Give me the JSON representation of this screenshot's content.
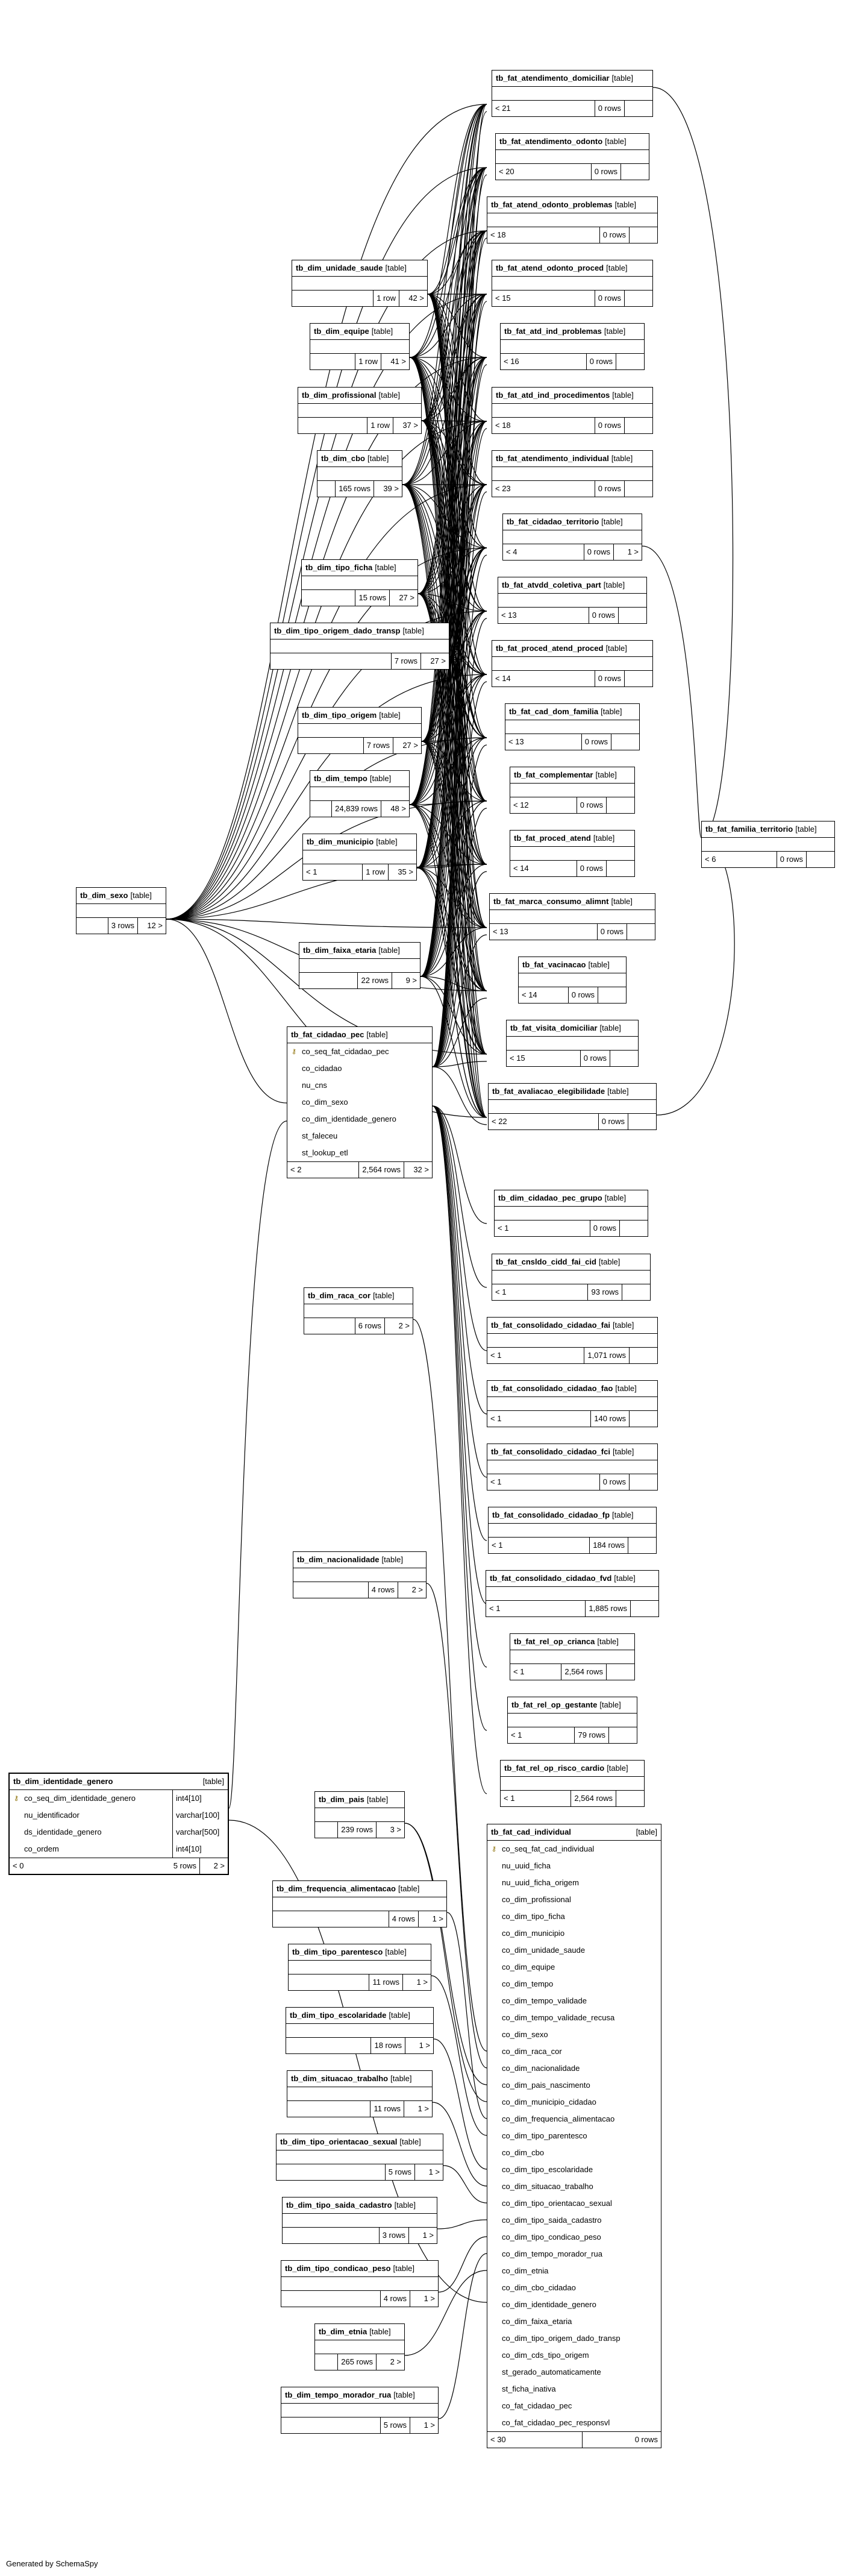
{
  "footer": "Generated by SchemaSpy",
  "kind_label": "[table]",
  "tables": {
    "fat_atendimento_domiciliar": {
      "name": "tb_fat_atendimento_domiciliar",
      "parents": "< 21",
      "rows": "0 rows",
      "children": ""
    },
    "fat_atendimento_odonto": {
      "name": "tb_fat_atendimento_odonto",
      "parents": "< 20",
      "rows": "0 rows",
      "children": ""
    },
    "fat_atend_odonto_problemas": {
      "name": "tb_fat_atend_odonto_problemas",
      "parents": "< 18",
      "rows": "0 rows",
      "children": ""
    },
    "fat_atend_odonto_proced": {
      "name": "tb_fat_atend_odonto_proced",
      "parents": "< 15",
      "rows": "0 rows",
      "children": ""
    },
    "fat_atd_ind_problemas": {
      "name": "tb_fat_atd_ind_problemas",
      "parents": "< 16",
      "rows": "0 rows",
      "children": ""
    },
    "fat_atd_ind_procedimentos": {
      "name": "tb_fat_atd_ind_procedimentos",
      "parents": "< 18",
      "rows": "0 rows",
      "children": ""
    },
    "fat_atendimento_individual": {
      "name": "tb_fat_atendimento_individual",
      "parents": "< 23",
      "rows": "0 rows",
      "children": ""
    },
    "fat_cidadao_territorio": {
      "name": "tb_fat_cidadao_territorio",
      "parents": "< 4",
      "rows": "0 rows",
      "children": "1 >"
    },
    "fat_atvdd_coletiva_part": {
      "name": "tb_fat_atvdd_coletiva_part",
      "parents": "< 13",
      "rows": "0 rows",
      "children": ""
    },
    "fat_proced_atend_proced": {
      "name": "tb_fat_proced_atend_proced",
      "parents": "< 14",
      "rows": "0 rows",
      "children": ""
    },
    "fat_cad_dom_familia": {
      "name": "tb_fat_cad_dom_familia",
      "parents": "< 13",
      "rows": "0 rows",
      "children": ""
    },
    "fat_complementar": {
      "name": "tb_fat_complementar",
      "parents": "< 12",
      "rows": "0 rows",
      "children": ""
    },
    "fat_proced_atend": {
      "name": "tb_fat_proced_atend",
      "parents": "< 14",
      "rows": "0 rows",
      "children": ""
    },
    "fat_marca_consumo_alimnt": {
      "name": "tb_fat_marca_consumo_alimnt",
      "parents": "< 13",
      "rows": "0 rows",
      "children": ""
    },
    "fat_vacinacao": {
      "name": "tb_fat_vacinacao",
      "parents": "< 14",
      "rows": "0 rows",
      "children": ""
    },
    "fat_visita_domiciliar": {
      "name": "tb_fat_visita_domiciliar",
      "parents": "< 15",
      "rows": "0 rows",
      "children": ""
    },
    "fat_avaliacao_elegibilidade": {
      "name": "tb_fat_avaliacao_elegibilidade",
      "parents": "< 22",
      "rows": "0 rows",
      "children": ""
    },
    "dim_cidadao_pec_grupo": {
      "name": "tb_dim_cidadao_pec_grupo",
      "parents": "< 1",
      "rows": "0 rows",
      "children": ""
    },
    "fat_cnsldo_cidd_fai_cid": {
      "name": "tb_fat_cnsldo_cidd_fai_cid",
      "parents": "< 1",
      "rows": "93 rows",
      "children": ""
    },
    "fat_consolidado_cidadao_fai": {
      "name": "tb_fat_consolidado_cidadao_fai",
      "parents": "< 1",
      "rows": "1,071 rows",
      "children": ""
    },
    "fat_consolidado_cidadao_fao": {
      "name": "tb_fat_consolidado_cidadao_fao",
      "parents": "< 1",
      "rows": "140 rows",
      "children": ""
    },
    "fat_consolidado_cidadao_fci": {
      "name": "tb_fat_consolidado_cidadao_fci",
      "parents": "< 1",
      "rows": "0 rows",
      "children": ""
    },
    "fat_consolidado_cidadao_fp": {
      "name": "tb_fat_consolidado_cidadao_fp",
      "parents": "< 1",
      "rows": "184 rows",
      "children": ""
    },
    "fat_consolidado_cidadao_fvd": {
      "name": "tb_fat_consolidado_cidadao_fvd",
      "parents": "< 1",
      "rows": "1,885 rows",
      "children": ""
    },
    "fat_rel_op_crianca": {
      "name": "tb_fat_rel_op_crianca",
      "parents": "< 1",
      "rows": "2,564 rows",
      "children": ""
    },
    "fat_rel_op_gestante": {
      "name": "tb_fat_rel_op_gestante",
      "parents": "< 1",
      "rows": "79 rows",
      "children": ""
    },
    "fat_rel_op_risco_cardio": {
      "name": "tb_fat_rel_op_risco_cardio",
      "parents": "< 1",
      "rows": "2,564 rows",
      "children": ""
    },
    "fat_familia_territorio": {
      "name": "tb_fat_familia_territorio",
      "parents": "< 6",
      "rows": "0 rows",
      "children": ""
    },
    "dim_unidade_saude": {
      "name": "tb_dim_unidade_saude",
      "parents": "",
      "rows": "1 row",
      "children": "42 >"
    },
    "dim_equipe": {
      "name": "tb_dim_equipe",
      "parents": "",
      "rows": "1 row",
      "children": "41 >"
    },
    "dim_profissional": {
      "name": "tb_dim_profissional",
      "parents": "",
      "rows": "1 row",
      "children": "37 >"
    },
    "dim_cbo": {
      "name": "tb_dim_cbo",
      "parents": "",
      "rows": "165 rows",
      "children": "39 >"
    },
    "dim_tipo_ficha": {
      "name": "tb_dim_tipo_ficha",
      "parents": "",
      "rows": "15 rows",
      "children": "27 >"
    },
    "dim_tipo_origem_dado_transp": {
      "name": "tb_dim_tipo_origem_dado_transp",
      "parents": "",
      "rows": "7 rows",
      "children": "27 >"
    },
    "dim_tipo_origem": {
      "name": "tb_dim_tipo_origem",
      "parents": "",
      "rows": "7 rows",
      "children": "27 >"
    },
    "dim_tempo": {
      "name": "tb_dim_tempo",
      "parents": "",
      "rows": "24,839 rows",
      "children": "48 >"
    },
    "dim_municipio": {
      "name": "tb_dim_municipio",
      "parents": "< 1",
      "rows": "1 row",
      "children": "35 >"
    },
    "dim_sexo": {
      "name": "tb_dim_sexo",
      "parents": "",
      "rows": "3 rows",
      "children": "12 >"
    },
    "dim_faixa_etaria": {
      "name": "tb_dim_faixa_etaria",
      "parents": "",
      "rows": "22 rows",
      "children": "9 >"
    },
    "dim_raca_cor": {
      "name": "tb_dim_raca_cor",
      "parents": "",
      "rows": "6 rows",
      "children": "2 >"
    },
    "dim_nacionalidade": {
      "name": "tb_dim_nacionalidade",
      "parents": "",
      "rows": "4 rows",
      "children": "2 >"
    },
    "dim_pais": {
      "name": "tb_dim_pais",
      "parents": "",
      "rows": "239 rows",
      "children": "3 >"
    },
    "dim_frequencia_alimentacao": {
      "name": "tb_dim_frequencia_alimentacao",
      "parents": "",
      "rows": "4 rows",
      "children": "1 >"
    },
    "dim_tipo_parentesco": {
      "name": "tb_dim_tipo_parentesco",
      "parents": "",
      "rows": "11 rows",
      "children": "1 >"
    },
    "dim_tipo_escolaridade": {
      "name": "tb_dim_tipo_escolaridade",
      "parents": "",
      "rows": "18 rows",
      "children": "1 >"
    },
    "dim_situacao_trabalho": {
      "name": "tb_dim_situacao_trabalho",
      "parents": "",
      "rows": "11 rows",
      "children": "1 >"
    },
    "dim_tipo_orientacao_sexual": {
      "name": "tb_dim_tipo_orientacao_sexual",
      "parents": "",
      "rows": "5 rows",
      "children": "1 >"
    },
    "dim_tipo_saida_cadastro": {
      "name": "tb_dim_tipo_saida_cadastro",
      "parents": "",
      "rows": "3 rows",
      "children": "1 >"
    },
    "dim_tipo_condicao_peso": {
      "name": "tb_dim_tipo_condicao_peso",
      "parents": "",
      "rows": "4 rows",
      "children": "1 >"
    },
    "dim_etnia": {
      "name": "tb_dim_etnia",
      "parents": "",
      "rows": "265 rows",
      "children": "2 >"
    },
    "dim_tempo_morador_rua": {
      "name": "tb_dim_tempo_morador_rua",
      "parents": "",
      "rows": "5 rows",
      "children": "1 >"
    }
  },
  "cidadao_pec": {
    "name": "tb_fat_cidadao_pec",
    "columns": [
      "co_seq_fat_cidadao_pec",
      "co_cidadao",
      "nu_cns",
      "co_dim_sexo",
      "co_dim_identidade_genero",
      "st_faleceu",
      "st_lookup_etl"
    ],
    "parents": "< 2",
    "rows": "2,564 rows",
    "children": "32 >"
  },
  "identidade_genero": {
    "name": "tb_dim_identidade_genero",
    "columns": [
      {
        "name": "co_seq_dim_identidade_genero",
        "type": "int4[10]"
      },
      {
        "name": "nu_identificador",
        "type": "varchar[100]"
      },
      {
        "name": "ds_identidade_genero",
        "type": "varchar[500]"
      },
      {
        "name": "co_ordem",
        "type": "int4[10]"
      }
    ],
    "parents": "< 0",
    "rows": "5 rows",
    "children": "2 >"
  },
  "cad_individual": {
    "name": "tb_fat_cad_individual",
    "columns": [
      "co_seq_fat_cad_individual",
      "nu_uuid_ficha",
      "nu_uuid_ficha_origem",
      "co_dim_profissional",
      "co_dim_tipo_ficha",
      "co_dim_municipio",
      "co_dim_unidade_saude",
      "co_dim_equipe",
      "co_dim_tempo",
      "co_dim_tempo_validade",
      "co_dim_tempo_validade_recusa",
      "co_dim_sexo",
      "co_dim_raca_cor",
      "co_dim_nacionalidade",
      "co_dim_pais_nascimento",
      "co_dim_municipio_cidadao",
      "co_dim_frequencia_alimentacao",
      "co_dim_tipo_parentesco",
      "co_dim_cbo",
      "co_dim_tipo_escolaridade",
      "co_dim_situacao_trabalho",
      "co_dim_tipo_orientacao_sexual",
      "co_dim_tipo_saida_cadastro",
      "co_dim_tipo_condicao_peso",
      "co_dim_tempo_morador_rua",
      "co_dim_etnia",
      "co_dim_cbo_cidadao",
      "co_dim_identidade_genero",
      "co_dim_faixa_etaria",
      "co_dim_tipo_origem_dado_transp",
      "co_dim_cds_tipo_origem",
      "st_gerado_automaticamente",
      "st_ficha_inativa",
      "co_fat_cidadao_pec",
      "co_fat_cidadao_pec_responsvl"
    ],
    "parents": "< 30",
    "rows": "0 rows",
    "children": ""
  }
}
